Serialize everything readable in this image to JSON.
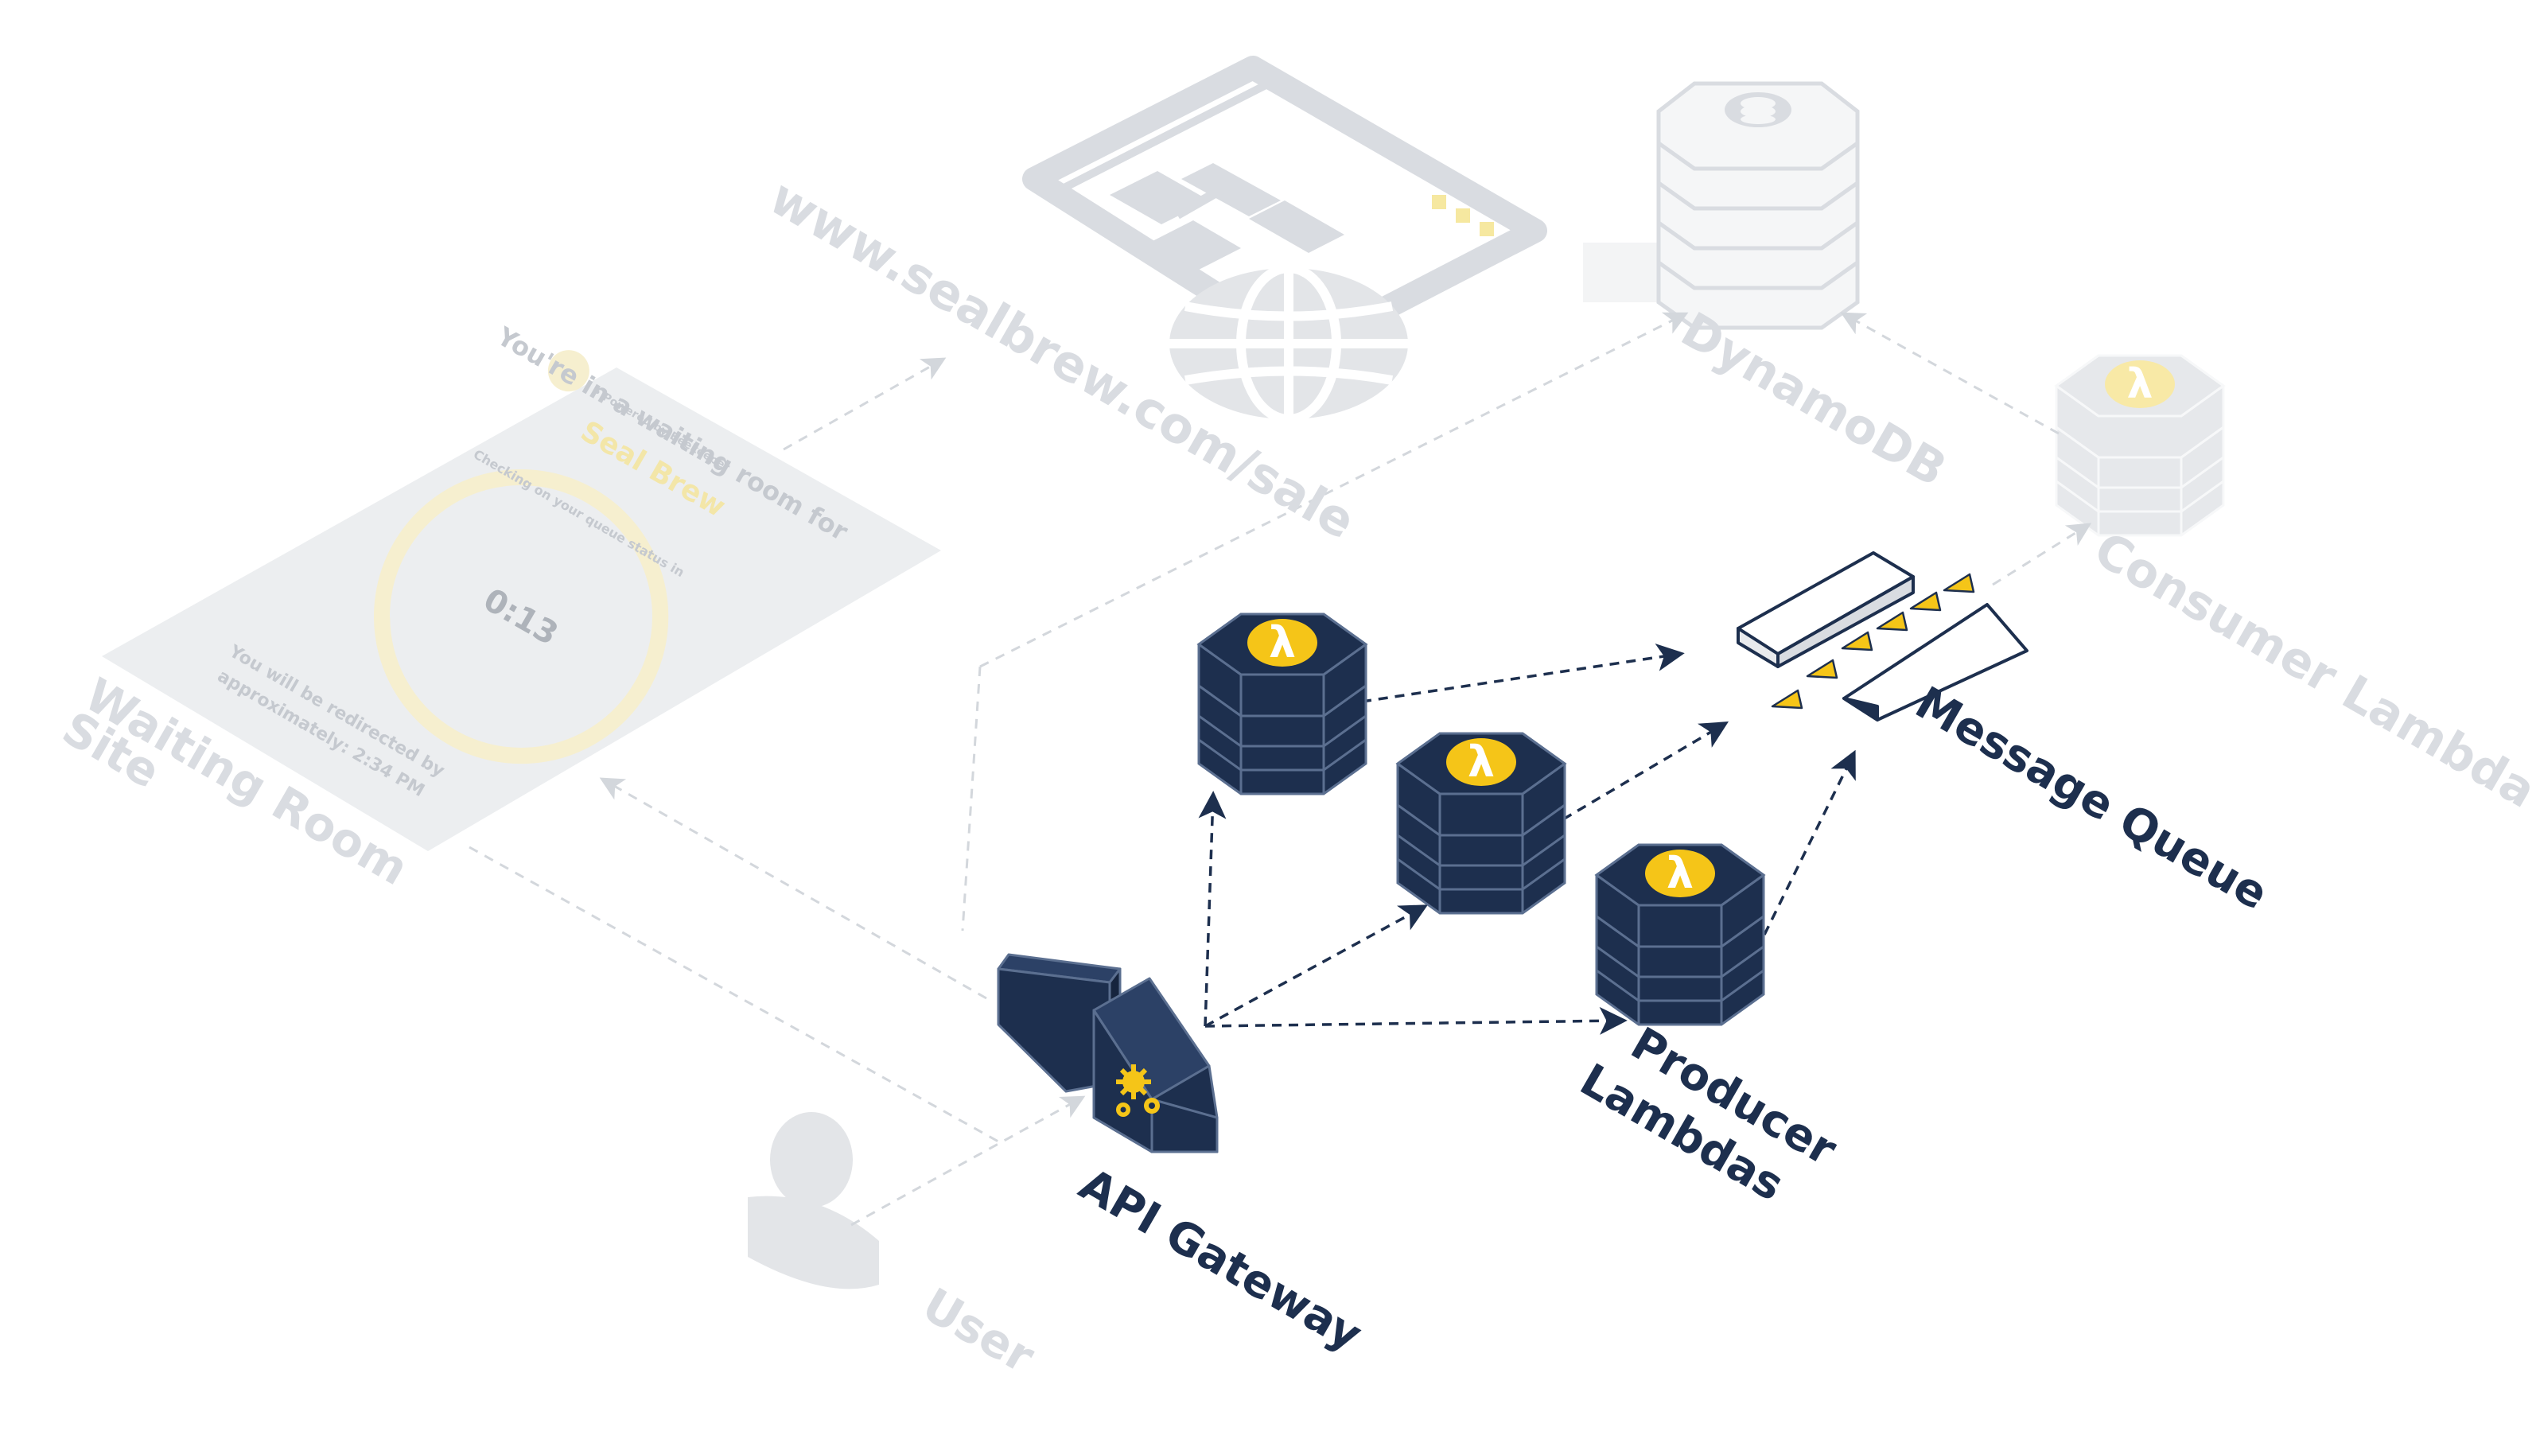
{
  "labels": {
    "site": "www.sealbrew.com/sale",
    "dynamodb": "DynamoDB",
    "consumer": "Consumer Lambda",
    "message_queue": "Message Queue",
    "producers_line1": "Producer",
    "producers_line2": "Lambdas",
    "api_gateway": "API Gateway",
    "user": "User",
    "waiting_line1": "Waiting Room",
    "waiting_line2": "Site"
  },
  "phone": {
    "powered_by": "• Powered by Beekeeper",
    "waiting_text": "You're in a waiting room for",
    "brand": "Seal Brew",
    "checking": "Checking on your queue status in",
    "timer": "0:13",
    "redirect_line1": "You will be redirected by",
    "redirect_line2": "approximately: 2:34 PM"
  },
  "icons": {
    "lambda_glyph": "λ"
  },
  "colors": {
    "navy": "#1d2f4e",
    "navy_line": "#5b6f90",
    "yellow": "#f5c518",
    "faded_gray": "#d9dce1",
    "faded_dark": "#c5c9cf"
  }
}
